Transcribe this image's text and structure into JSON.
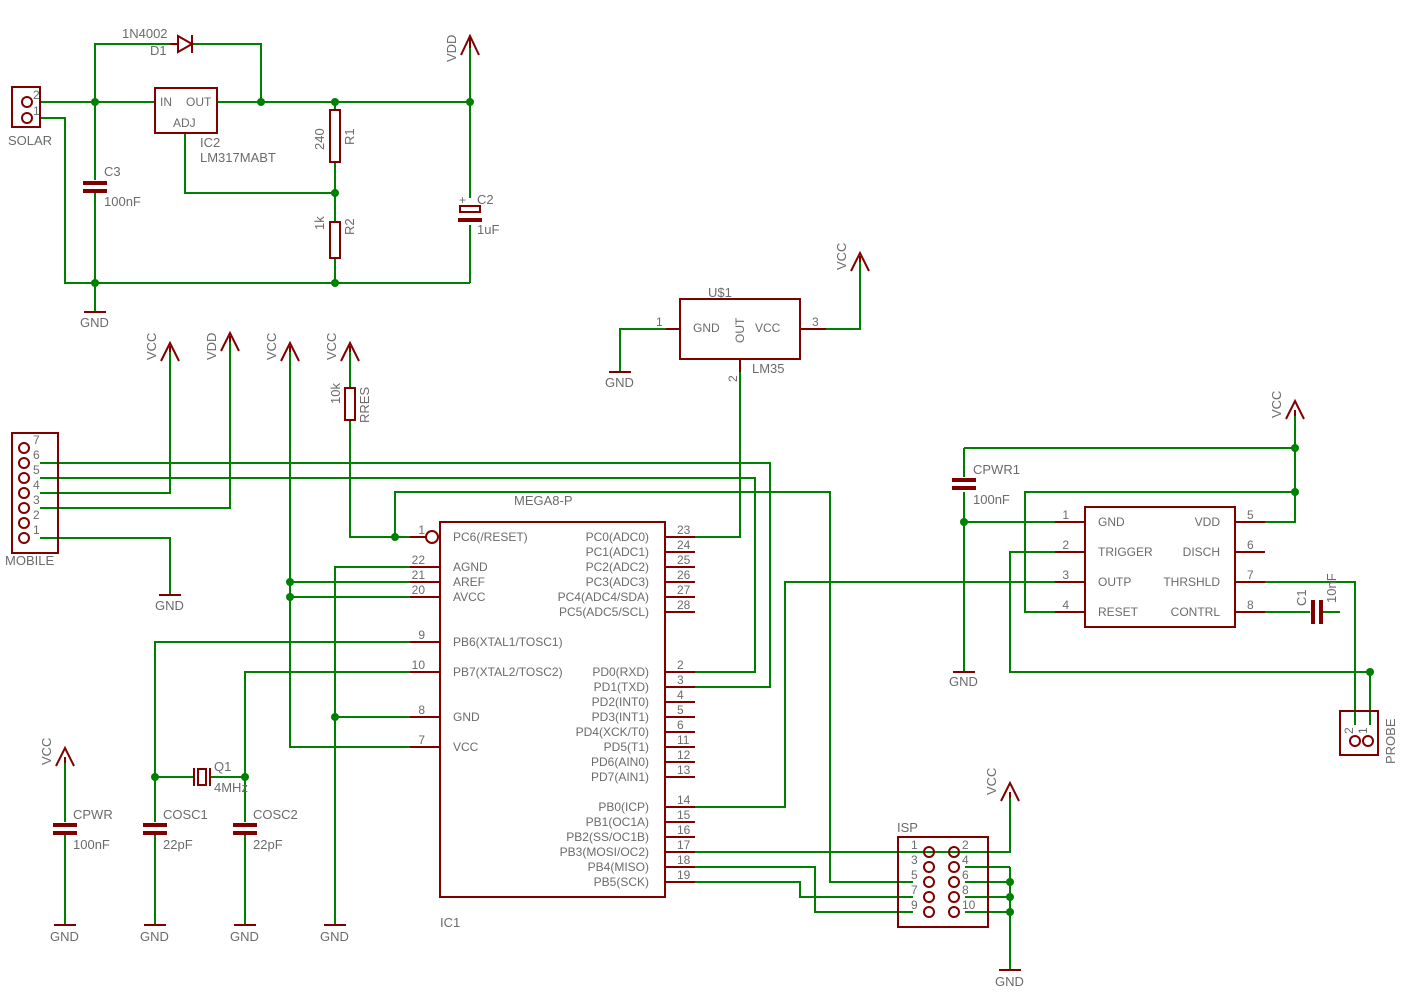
{
  "colors": {
    "wire": "#008000",
    "part": "#800000",
    "text": "#6b6b6b",
    "background": "#ffffff"
  },
  "supply": {
    "vdd": "VDD",
    "vcc": "VCC",
    "gnd": "GND"
  },
  "solar": {
    "name": "SOLAR",
    "pins": [
      "2",
      "1"
    ]
  },
  "d1": {
    "name": "D1",
    "value": "1N4002"
  },
  "ic2": {
    "name": "IC2",
    "value": "LM317MABT",
    "pin_in": "IN",
    "pin_out": "OUT",
    "pin_adj": "ADJ"
  },
  "c3": {
    "name": "C3",
    "value": "100nF"
  },
  "r1": {
    "name": "R1",
    "value": "240"
  },
  "r2": {
    "name": "R2",
    "value": "1k"
  },
  "c2": {
    "name": "C2",
    "value": "1uF",
    "polarity": "+"
  },
  "us1": {
    "name": "U$1",
    "value": "LM35",
    "pin_gnd": "GND",
    "pin_out": "OUT",
    "pin_vcc": "VCC",
    "pnum_gnd": "1",
    "pnum_out": "2",
    "pnum_vcc": "3"
  },
  "rres": {
    "name": "RRES",
    "value": "10k"
  },
  "mobile": {
    "name": "MOBILE",
    "pins": [
      "7",
      "6",
      "5",
      "4",
      "3",
      "2",
      "1"
    ]
  },
  "ic1": {
    "name": "IC1",
    "value": "MEGA8-P",
    "left_pins": [
      {
        "num": "1",
        "label": "PC6(/RESET)"
      },
      {
        "num": "22",
        "label": "AGND"
      },
      {
        "num": "21",
        "label": "AREF"
      },
      {
        "num": "20",
        "label": "AVCC"
      },
      {
        "num": "9",
        "label": "PB6(XTAL1/TOSC1)"
      },
      {
        "num": "10",
        "label": "PB7(XTAL2/TOSC2)"
      },
      {
        "num": "8",
        "label": "GND"
      },
      {
        "num": "7",
        "label": "VCC"
      }
    ],
    "right_pins": [
      {
        "num": "23",
        "label": "PC0(ADC0)"
      },
      {
        "num": "24",
        "label": "PC1(ADC1)"
      },
      {
        "num": "25",
        "label": "PC2(ADC2)"
      },
      {
        "num": "26",
        "label": "PC3(ADC3)"
      },
      {
        "num": "27",
        "label": "PC4(ADC4/SDA)"
      },
      {
        "num": "28",
        "label": "PC5(ADC5/SCL)"
      },
      {
        "num": "2",
        "label": "PD0(RXD)"
      },
      {
        "num": "3",
        "label": "PD1(TXD)"
      },
      {
        "num": "4",
        "label": "PD2(INT0)"
      },
      {
        "num": "5",
        "label": "PD3(INT1)"
      },
      {
        "num": "6",
        "label": "PD4(XCK/T0)"
      },
      {
        "num": "11",
        "label": "PD5(T1)"
      },
      {
        "num": "12",
        "label": "PD6(AIN0)"
      },
      {
        "num": "13",
        "label": "PD7(AIN1)"
      },
      {
        "num": "14",
        "label": "PB0(ICP)"
      },
      {
        "num": "15",
        "label": "PB1(OC1A)"
      },
      {
        "num": "16",
        "label": "PB2(SS/OC1B)"
      },
      {
        "num": "17",
        "label": "PB3(MOSI/OC2)"
      },
      {
        "num": "18",
        "label": "PB4(MISO)"
      },
      {
        "num": "19",
        "label": "PB5(SCK)"
      }
    ]
  },
  "q1": {
    "name": "Q1",
    "value": "4MHz"
  },
  "cosc1": {
    "name": "COSC1",
    "value": "22pF"
  },
  "cosc2": {
    "name": "COSC2",
    "value": "22pF"
  },
  "cpwr": {
    "name": "CPWR",
    "value": "100nF"
  },
  "isp": {
    "name": "ISP",
    "left_pins": [
      "1",
      "3",
      "5",
      "7",
      "9"
    ],
    "right_pins": [
      "2",
      "4",
      "6",
      "8",
      "10"
    ]
  },
  "cpwr1": {
    "name": "CPWR1",
    "value": "100nF"
  },
  "timer": {
    "left_pins": [
      {
        "num": "1",
        "label": "GND"
      },
      {
        "num": "2",
        "label": "TRIGGER"
      },
      {
        "num": "3",
        "label": "OUTP"
      },
      {
        "num": "4",
        "label": "RESET"
      }
    ],
    "right_pins": [
      {
        "num": "5",
        "label": "VDD"
      },
      {
        "num": "6",
        "label": "DISCH"
      },
      {
        "num": "7",
        "label": "THRSHLD"
      },
      {
        "num": "8",
        "label": "CONTRL"
      }
    ]
  },
  "c1": {
    "name": "C1",
    "value": "10nF"
  },
  "probe": {
    "name": "PROBE",
    "pins": [
      "2",
      "1"
    ]
  }
}
